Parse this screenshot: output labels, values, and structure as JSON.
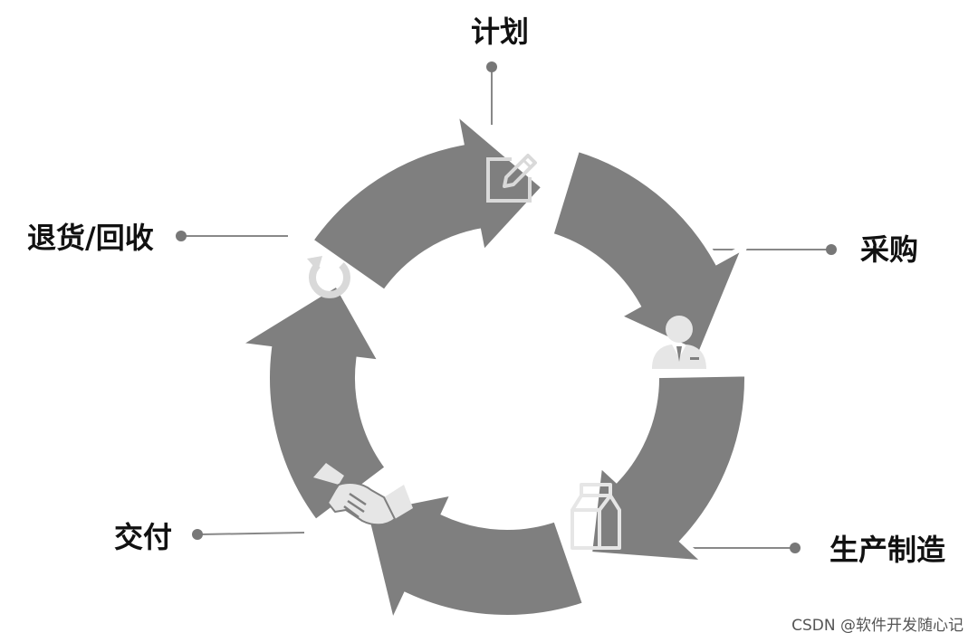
{
  "diagram": {
    "stages": [
      {
        "label": "计划",
        "icon": "pencil-edit-icon"
      },
      {
        "label": "采购",
        "icon": "buyer-person-icon"
      },
      {
        "label": "生产制造",
        "icon": "milk-carton-icon"
      },
      {
        "label": "交付",
        "icon": "handshake-icon"
      },
      {
        "label": "退货/回收",
        "icon": "refresh-icon"
      }
    ],
    "colors": {
      "arrow": "#7f7f7f",
      "icon": "#d9d9d9",
      "text": "#111111"
    }
  },
  "watermark": "CSDN @软件开发随心记"
}
